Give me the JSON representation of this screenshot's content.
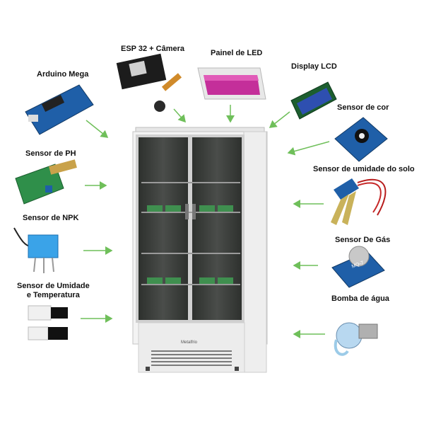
{
  "labels": {
    "arduino": "Arduino Mega",
    "esp32": "ESP 32 + Câmera",
    "led_panel": "Painel de LED",
    "lcd": "Display LCD",
    "color_sensor": "Sensor de cor",
    "ph_sensor": "Sensor de PH",
    "soil_sensor": "Sensor de umidade do solo",
    "npk_sensor": "Sensor de NPK",
    "gas_sensor": "Sensor De Gás",
    "humidity_temp_line1": "Sensor de Umidade",
    "humidity_temp_line2": "e Temperatura",
    "water_pump": "Bomba de água"
  },
  "printed_marks": {
    "cabinet_brand": "Metalfrio",
    "gas_module": "MQ-7"
  },
  "colors": {
    "arrow": "#6fbf5a",
    "cabinet": "#f2f2f2",
    "glass": "#3a3d3a",
    "board_blue": "#1f5fa8",
    "board_green": "#2f8f4a"
  }
}
